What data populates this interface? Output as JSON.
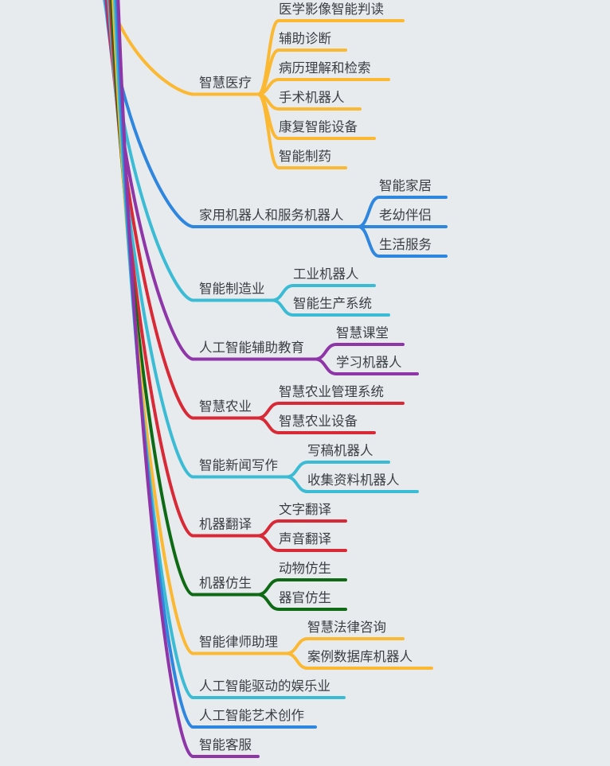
{
  "colors": {
    "yellow": "#fbb832",
    "blue": "#2f86de",
    "cyan": "#3bbcd4",
    "purple": "#8e36a8",
    "red": "#d82a36",
    "green": "#0e6a14"
  },
  "branches": [
    {
      "label": "智慧医疗",
      "color": "yellow",
      "children": [
        "医学影像智能判读",
        "辅助诊断",
        "病历理解和检索",
        "手术机器人",
        "康复智能设备",
        "智能制药"
      ]
    },
    {
      "label": "家用机器人和服务机器人",
      "color": "blue",
      "children": [
        "智能家居",
        "老幼伴侣",
        "生活服务"
      ]
    },
    {
      "label": "智能制造业",
      "color": "cyan",
      "children": [
        "工业机器人",
        "智能生产系统"
      ]
    },
    {
      "label": "人工智能辅助教育",
      "color": "purple",
      "children": [
        "智慧课堂",
        "学习机器人"
      ]
    },
    {
      "label": "智慧农业",
      "color": "red",
      "children": [
        "智慧农业管理系统",
        "智慧农业设备"
      ]
    },
    {
      "label": "智能新闻写作",
      "color": "cyan",
      "children": [
        "写稿机器人",
        "收集资料机器人"
      ]
    },
    {
      "label": "机器翻译",
      "color": "red",
      "children": [
        "文字翻译",
        "声音翻译"
      ]
    },
    {
      "label": "机器仿生",
      "color": "green",
      "children": [
        "动物仿生",
        "器官仿生"
      ]
    },
    {
      "label": "智能律师助理",
      "color": "yellow",
      "children": [
        "智慧法律咨询",
        "案例数据库机器人"
      ]
    },
    {
      "label": "人工智能驱动的娱乐业",
      "color": "cyan",
      "children": []
    },
    {
      "label": "人工智能艺术创作",
      "color": "blue",
      "children": []
    },
    {
      "label": "智能客服",
      "color": "purple",
      "children": []
    }
  ]
}
